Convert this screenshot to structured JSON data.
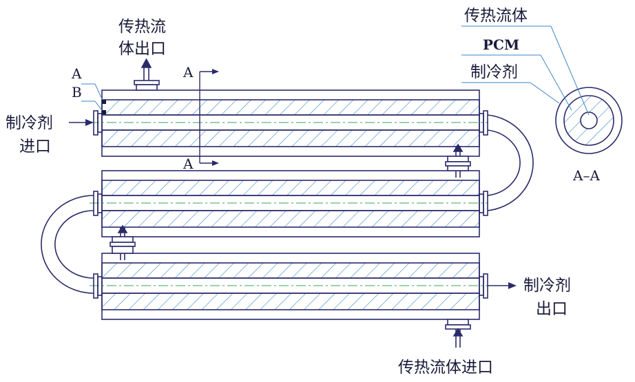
{
  "labels": {
    "htf_outlet_line1": "传热流",
    "htf_outlet_line2": "体出口",
    "refrigerant_inlet_line1": "制冷剂",
    "refrigerant_inlet_line2": "进口",
    "refrigerant_outlet_line1": "制冷剂",
    "refrigerant_outlet_line2": "出口",
    "htf_inlet": "传热流体进口",
    "section_top": "A",
    "section_bottom": "A",
    "point_a": "A",
    "point_b": "B",
    "legend_htf": "传热流体",
    "legend_pcm": "PCM",
    "legend_refrigerant": "制冷剂",
    "section_view_caption": "A–A"
  },
  "colors": {
    "outline": "#2a2a6a",
    "hatch": "#3a86c8",
    "centerline": "#3aa05a",
    "leader": "#3a86c8"
  }
}
